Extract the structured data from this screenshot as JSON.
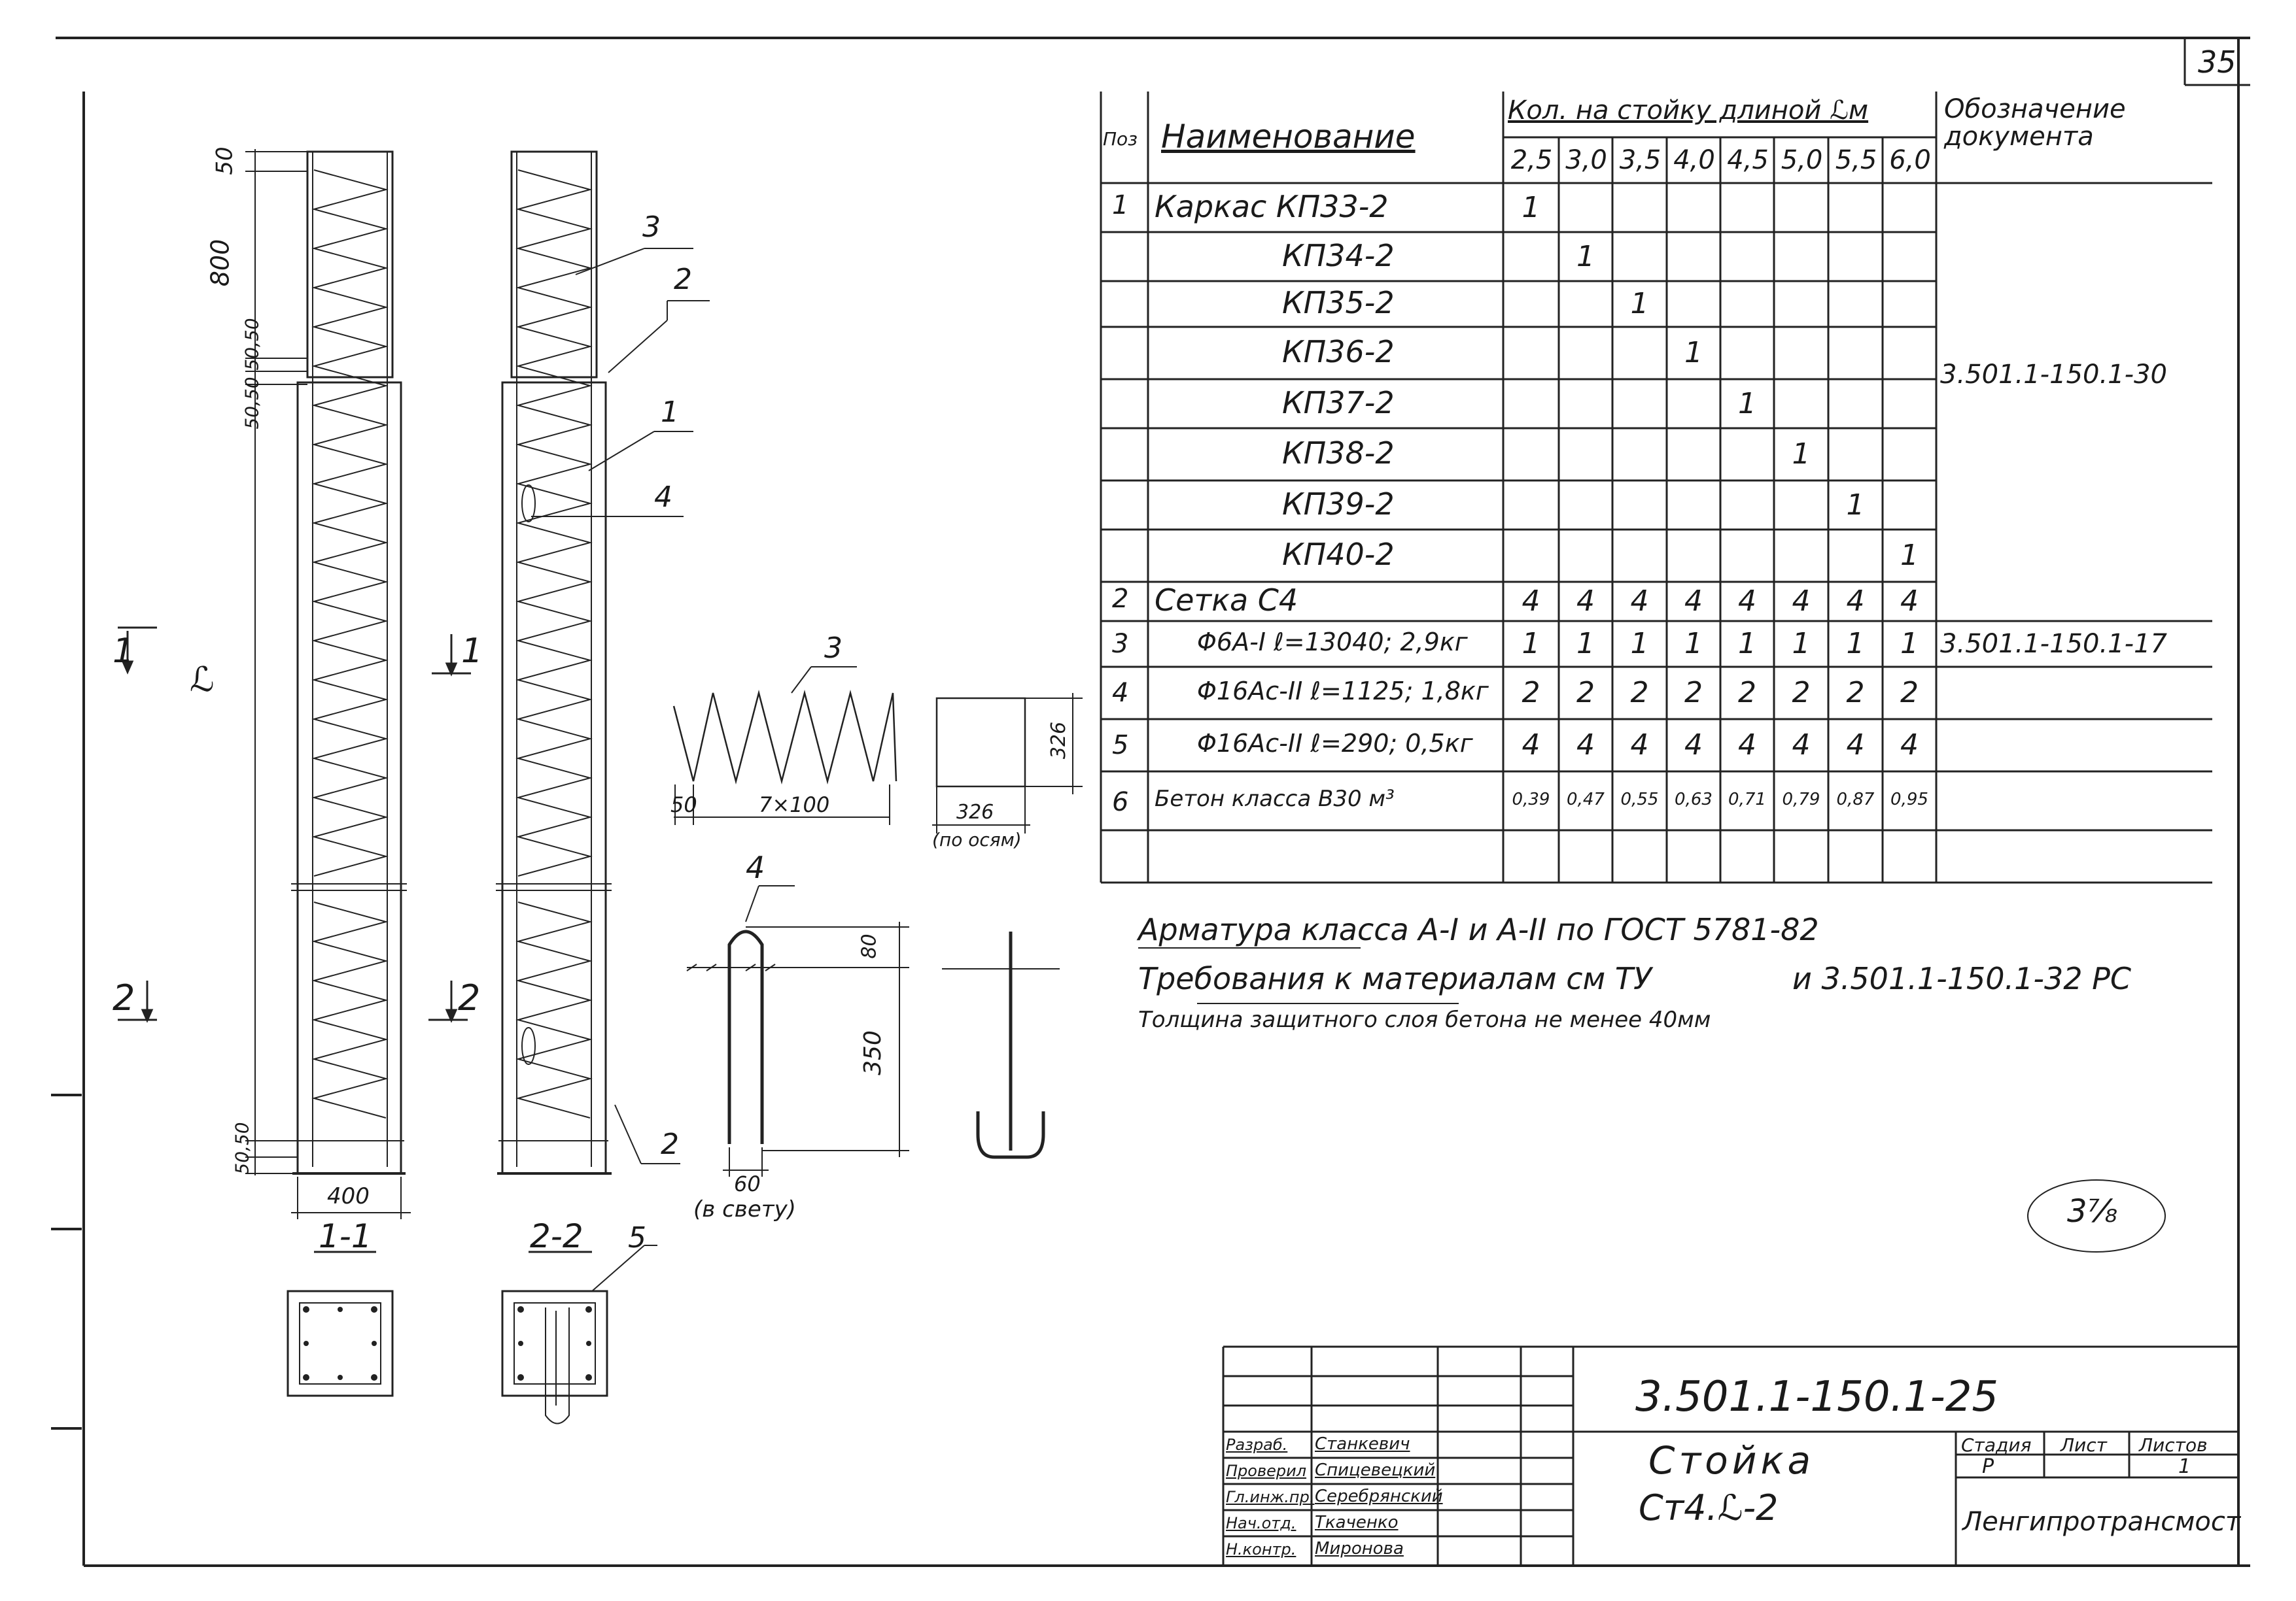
{
  "sheet_number": "35",
  "stamp": "3⅞",
  "spec_table": {
    "headers": {
      "pos": "Поз",
      "name": "Наименование",
      "qty": "Кол. на стойку длиной ℒм",
      "designation": "Обозначение документа"
    },
    "lengths": [
      "2,5",
      "3,0",
      "3,5",
      "4,0",
      "4,5",
      "5,0",
      "5,5",
      "6,0"
    ],
    "rows": [
      {
        "pos": "1",
        "name": "Каркас КП33-2",
        "qty": [
          "1",
          "",
          "",
          "",
          "",
          "",
          "",
          ""
        ]
      },
      {
        "pos": "",
        "name": "КП34-2",
        "qty": [
          "",
          "1",
          "",
          "",
          "",
          "",
          "",
          ""
        ]
      },
      {
        "pos": "",
        "name": "КП35-2",
        "qty": [
          "",
          "",
          "1",
          "",
          "",
          "",
          "",
          ""
        ]
      },
      {
        "pos": "",
        "name": "КП36-2",
        "qty": [
          "",
          "",
          "",
          "1",
          "",
          "",
          "",
          ""
        ]
      },
      {
        "pos": "",
        "name": "КП37-2",
        "qty": [
          "",
          "",
          "",
          "",
          "1",
          "",
          "",
          ""
        ]
      },
      {
        "pos": "",
        "name": "КП38-2",
        "qty": [
          "",
          "",
          "",
          "",
          "",
          "1",
          "",
          ""
        ]
      },
      {
        "pos": "",
        "name": "КП39-2",
        "qty": [
          "",
          "",
          "",
          "",
          "",
          "",
          "1",
          ""
        ]
      },
      {
        "pos": "",
        "name": "КП40-2",
        "qty": [
          "",
          "",
          "",
          "",
          "",
          "",
          "",
          "1"
        ]
      },
      {
        "pos": "2",
        "name": "Сетка С4",
        "qty": [
          "4",
          "4",
          "4",
          "4",
          "4",
          "4",
          "4",
          "4"
        ]
      },
      {
        "pos": "3",
        "name": "Φ6А-I ℓ=13040; 2,9кг",
        "qty": [
          "1",
          "1",
          "1",
          "1",
          "1",
          "1",
          "1",
          "1"
        ]
      },
      {
        "pos": "4",
        "name": "Φ16Ас-II ℓ=1125; 1,8кг",
        "qty": [
          "2",
          "2",
          "2",
          "2",
          "2",
          "2",
          "2",
          "2"
        ]
      },
      {
        "pos": "5",
        "name": "Φ16Ас-II ℓ=290; 0,5кг",
        "qty": [
          "4",
          "4",
          "4",
          "4",
          "4",
          "4",
          "4",
          "4"
        ]
      },
      {
        "pos": "6",
        "name": "Бетон класса В30 м³",
        "qty": [
          "0,39",
          "0,47",
          "0,55",
          "0,63",
          "0,71",
          "0,79",
          "0,87",
          "0,95"
        ]
      }
    ],
    "designation_frame": "3.501.1-150.1-30",
    "designation_mesh": "3.501.1-150.1-17"
  },
  "notes": {
    "line1": "Арматура класса А-I и А-II по ГОСТ 5781-82",
    "line2a": "Требования к материалам см ТУ",
    "line2b": "и 3.501.1-150.1-32 РС",
    "line3": "Толщина защитного слоя бетона не менее 40мм"
  },
  "drawing_labels": {
    "dim_50_top": "50",
    "dim_800": "800",
    "dim_50_50_a": "50,50",
    "dim_50_50_b": "50,50",
    "dim_L": "ℒ",
    "dim_50_50_bottom": "50,50",
    "dim_400": "400",
    "section_1": "1",
    "section_2": "2",
    "section_1_1": "1-1",
    "section_2_2": "2-2",
    "callout_1": "1",
    "callout_2": "2",
    "callout_3": "3",
    "callout_4": "4",
    "callout_5": "5",
    "spiral_dim_50": "50",
    "spiral_dim_pitch": "7×100",
    "mesh_dim_326_v": "326",
    "mesh_dim_326_h": "326",
    "mesh_dim_note": "(по осям)",
    "hook_dim_80": "80",
    "hook_dim_350": "350",
    "hook_dim_60": "60",
    "hook_dim_note": "(в свету)"
  },
  "title_block": {
    "code": "3.501.1-150.1-25",
    "title_line1": "Стойка",
    "title_line2": "Ст4.ℒ-2",
    "stage_label": "Стадия",
    "sheet_label": "Лист",
    "sheets_label": "Листов",
    "stage_value": "Р",
    "sheets_value": "1",
    "organization": "Ленгипротрансмост",
    "roles": [
      "Разраб.",
      "Проверил",
      "Гл.инж.пр.",
      "Нач.отд.",
      "Н.контр."
    ],
    "names": [
      "Станкевич",
      "Спицевецкий",
      "Серебрянский",
      "Ткаченко",
      "Миронова"
    ]
  }
}
